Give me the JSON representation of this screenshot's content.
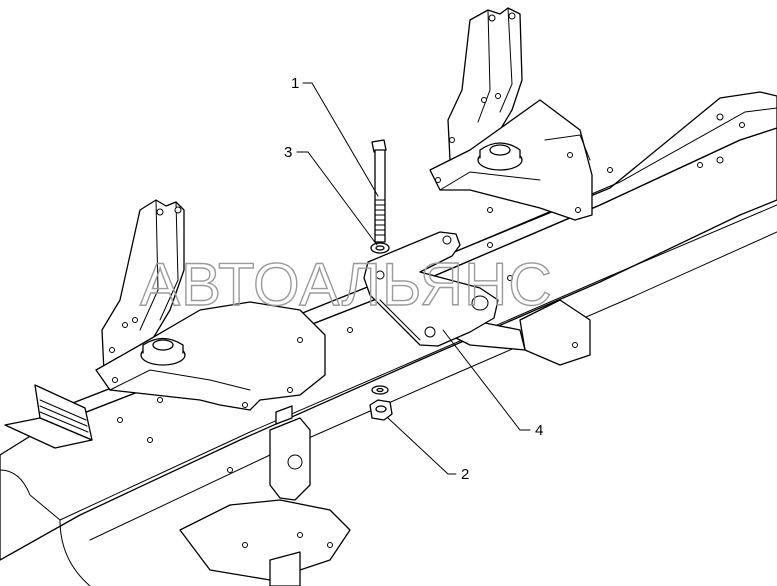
{
  "callouts": [
    {
      "id": "1",
      "label": "1"
    },
    {
      "id": "2",
      "label": "2"
    },
    {
      "id": "3",
      "label": "3"
    },
    {
      "id": "4",
      "label": "4"
    }
  ],
  "watermark": {
    "text": "АВТОАЛЬЯНС",
    "color": "#9a9a9a"
  },
  "colors": {
    "line": "#000000",
    "background": "#ffffff"
  }
}
